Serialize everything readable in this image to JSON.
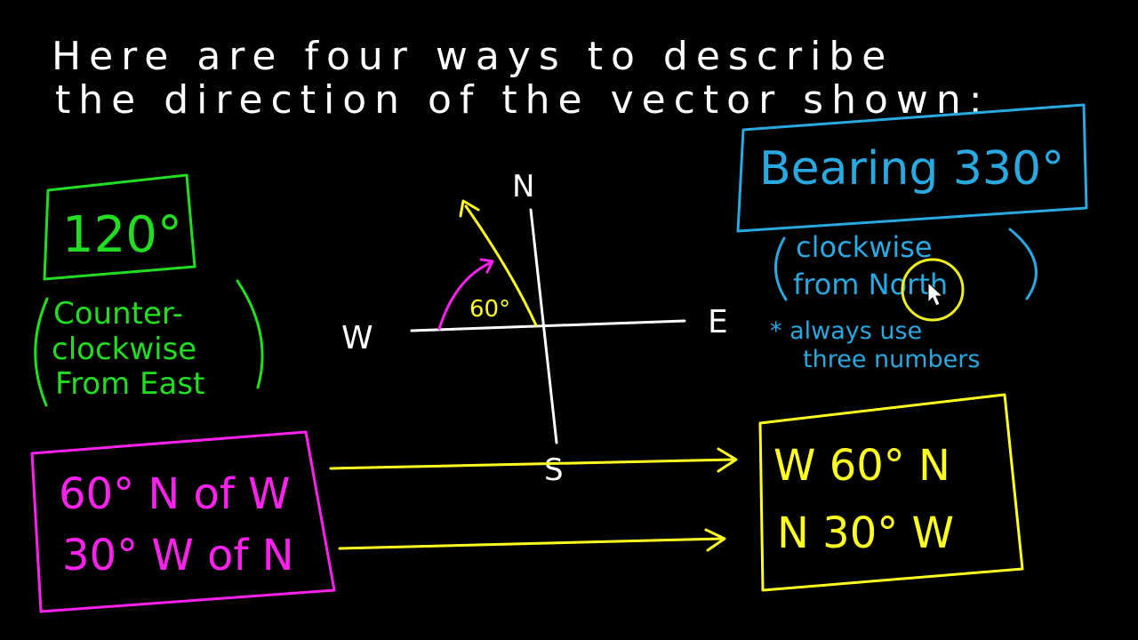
{
  "heading": {
    "line1": "Here are four ways to describe",
    "line2": "the direction of the vector shown:"
  },
  "compass": {
    "north": "N",
    "south": "S",
    "east": "E",
    "west": "W",
    "angle": "60°"
  },
  "standard": {
    "value": "120°",
    "note_line1": "Counter-",
    "note_line2": "clockwise",
    "note_line3": "From East"
  },
  "bearing": {
    "value": "Bearing 330°",
    "note_line1": "clockwise",
    "note_line2": "from North",
    "tip_line1": "* always use",
    "tip_line2": "three numbers"
  },
  "relative": {
    "row1": "60° N of W",
    "row2": "30° W of N"
  },
  "compass_notation": {
    "row1": "W 60° N",
    "row2": "N 30° W"
  },
  "colors": {
    "background": "#000000",
    "chalk": "#ffffff",
    "green": "#22dd22",
    "blue": "#2aa8e0",
    "magenta": "#ff22ee",
    "yellow": "#ffff22"
  }
}
